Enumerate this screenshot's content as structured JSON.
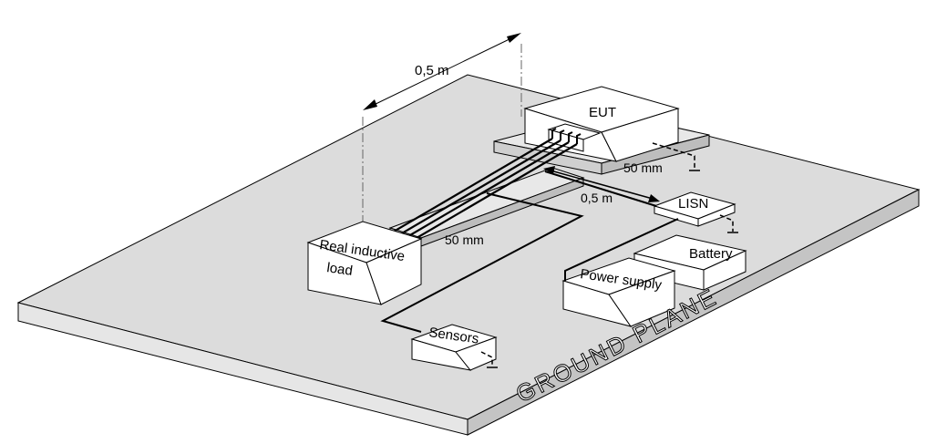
{
  "labels": {
    "top_dimension": "0,5 m",
    "eut": "EUT",
    "eut_spacer_height": "50 mm",
    "lisn_distance": "0,5 m",
    "lisn": "LISN",
    "cable_spacer_height": "50 mm",
    "load_line1": "Real inductive",
    "load_line2": "load",
    "battery": "Battery",
    "power_supply": "Power supply",
    "sensors": "Sensors",
    "ground_plane": "GROUND PLANE"
  },
  "colors": {
    "plane_top": "#dcdcdc",
    "plane_side": "#c4c4c4",
    "plane_front": "#e0e0e0",
    "box_fill": "#ffffff",
    "spacer_fill": "#cfcfcf",
    "line": "#000000"
  }
}
